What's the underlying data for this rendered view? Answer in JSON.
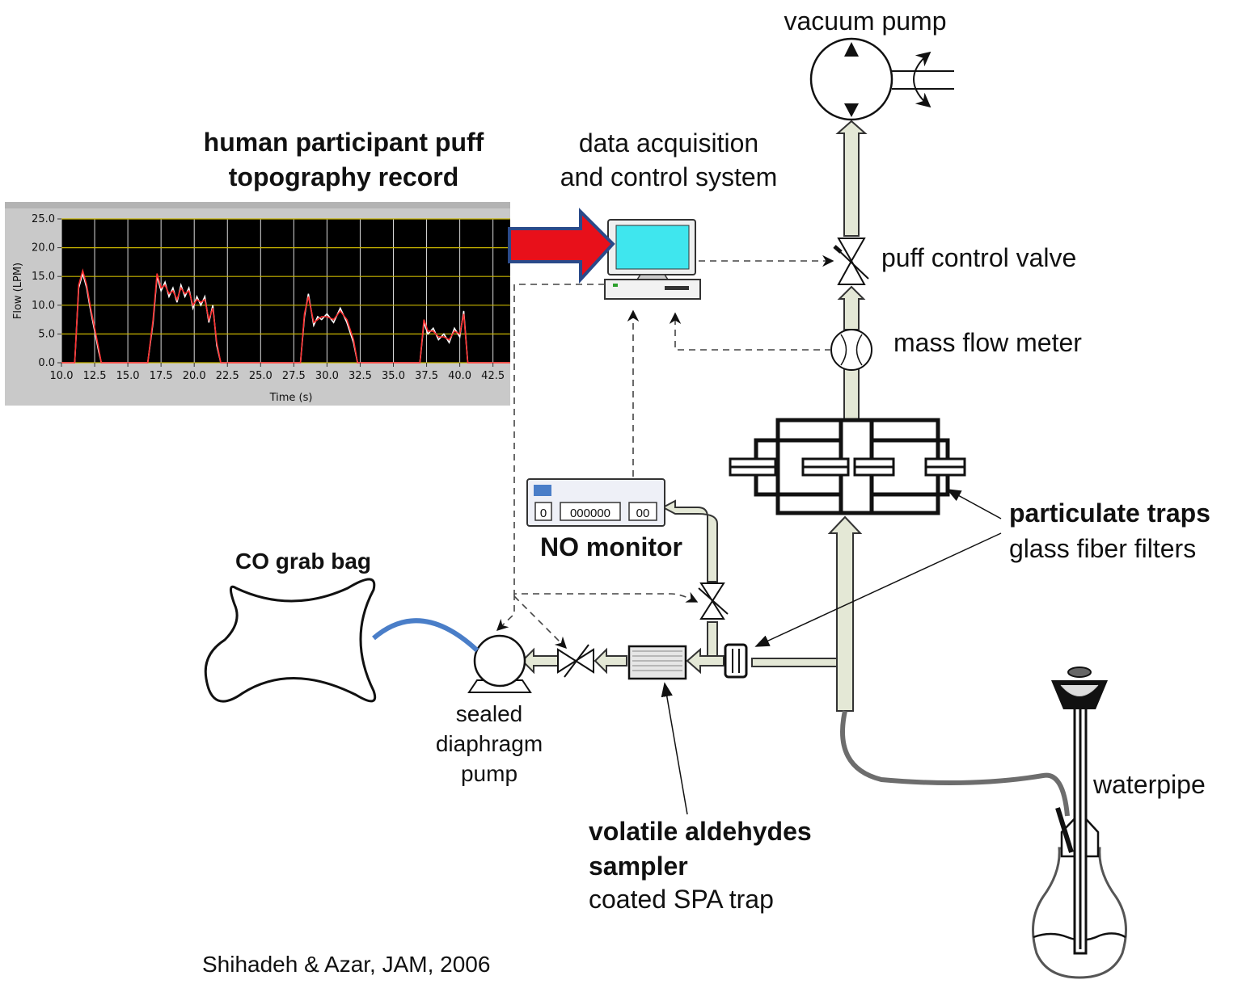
{
  "labels": {
    "vacuum_pump": "vacuum pump",
    "puff_record_line1": "human participant puff",
    "puff_record_line2": "topography record",
    "daq_line1": "data acquisition",
    "daq_line2": "and control system",
    "puff_control_valve": "puff control valve",
    "mass_flow_meter": "mass flow meter",
    "particulate_traps": "particulate traps",
    "glass_fiber_filters": "glass fiber filters",
    "no_monitor": "NO monitor",
    "no_monitor_display": "000000",
    "no_monitor_btn1": "0",
    "no_monitor_btn2": "00",
    "co_grab_bag": "CO grab bag",
    "pump_line1": "sealed",
    "pump_line2": "diaphragm",
    "pump_line3": "pump",
    "aldehydes_line1": "volatile aldehydes",
    "aldehydes_line2": "sampler",
    "aldehydes_line3": "coated SPA trap",
    "waterpipe": "waterpipe",
    "citation": "Shihadeh & Azar, JAM, 2006"
  },
  "chart_data": {
    "type": "line",
    "title": "",
    "xlabel": "Time (s)",
    "ylabel": "Flow (LPM)",
    "xlim": [
      10.0,
      43.8
    ],
    "ylim": [
      0.0,
      25.0
    ],
    "xticks": [
      "10.0",
      "12.5",
      "15.0",
      "17.5",
      "20.0",
      "22.5",
      "25.0",
      "27.5",
      "30.0",
      "32.5",
      "35.0",
      "37.5",
      "40.0",
      "42.5"
    ],
    "yticks": [
      "0.0",
      "5.0",
      "10.0",
      "15.0",
      "20.0",
      "25.0"
    ],
    "background": "#000000",
    "grid": true,
    "series": [
      {
        "color": "#ffffff",
        "x": [
          10.0,
          11.0,
          11.3,
          11.6,
          11.9,
          12.2,
          12.5,
          12.8,
          13.0,
          16.5,
          16.9,
          17.2,
          17.5,
          17.8,
          18.1,
          18.4,
          18.7,
          19.0,
          19.3,
          19.6,
          19.9,
          20.2,
          20.5,
          20.8,
          21.1,
          21.4,
          21.7,
          22.0,
          22.3,
          28.0,
          28.3,
          28.6,
          29.0,
          29.3,
          29.6,
          30.0,
          30.5,
          31.0,
          31.5,
          32.0,
          32.3,
          32.6,
          37.0,
          37.3,
          37.6,
          38.0,
          38.4,
          38.8,
          39.2,
          39.6,
          40.0,
          40.3,
          40.6,
          40.9,
          41.2,
          43.8
        ],
        "y": [
          0.0,
          0.0,
          13.0,
          15.5,
          13.0,
          9.0,
          5.5,
          2.0,
          0.0,
          0.0,
          7.0,
          15.0,
          12.5,
          14.0,
          11.5,
          13.0,
          10.5,
          13.5,
          11.5,
          13.0,
          9.5,
          11.5,
          10.0,
          11.5,
          7.0,
          10.0,
          3.0,
          0.0,
          0.0,
          0.0,
          8.0,
          12.0,
          6.5,
          8.0,
          7.5,
          8.5,
          7.0,
          9.5,
          7.0,
          3.5,
          0.0,
          0.0,
          0.0,
          7.0,
          5.0,
          6.0,
          4.0,
          5.0,
          3.5,
          6.0,
          4.5,
          9.0,
          0.0,
          0.0,
          0.0,
          0.0
        ]
      },
      {
        "color": "#ff3030",
        "x": [
          10.0,
          11.0,
          11.3,
          11.6,
          11.9,
          12.2,
          12.5,
          12.8,
          13.0,
          16.5,
          16.9,
          17.2,
          17.5,
          17.8,
          18.1,
          18.4,
          18.7,
          19.0,
          19.3,
          19.6,
          19.9,
          20.2,
          20.5,
          20.8,
          21.1,
          21.4,
          21.7,
          22.0,
          22.3,
          28.0,
          28.3,
          28.6,
          29.0,
          29.3,
          29.6,
          30.0,
          30.5,
          31.0,
          31.5,
          32.0,
          32.3,
          32.6,
          37.0,
          37.3,
          37.6,
          38.0,
          38.4,
          38.8,
          39.2,
          39.6,
          40.0,
          40.3,
          40.6,
          40.9,
          41.2,
          43.8
        ],
        "y": [
          0.0,
          0.0,
          13.5,
          16.0,
          13.5,
          9.5,
          6.0,
          2.5,
          0.0,
          0.0,
          7.5,
          15.5,
          13.0,
          13.5,
          12.0,
          12.5,
          11.0,
          13.0,
          12.0,
          12.5,
          10.0,
          11.0,
          10.5,
          11.0,
          7.5,
          9.5,
          3.5,
          0.0,
          0.0,
          0.0,
          8.5,
          11.5,
          7.0,
          7.5,
          8.0,
          8.0,
          7.5,
          9.0,
          7.5,
          4.0,
          0.0,
          0.0,
          0.0,
          7.5,
          5.5,
          5.5,
          4.5,
          4.5,
          4.0,
          5.5,
          5.0,
          8.5,
          0.0,
          0.0,
          0.0,
          0.0
        ]
      }
    ]
  }
}
